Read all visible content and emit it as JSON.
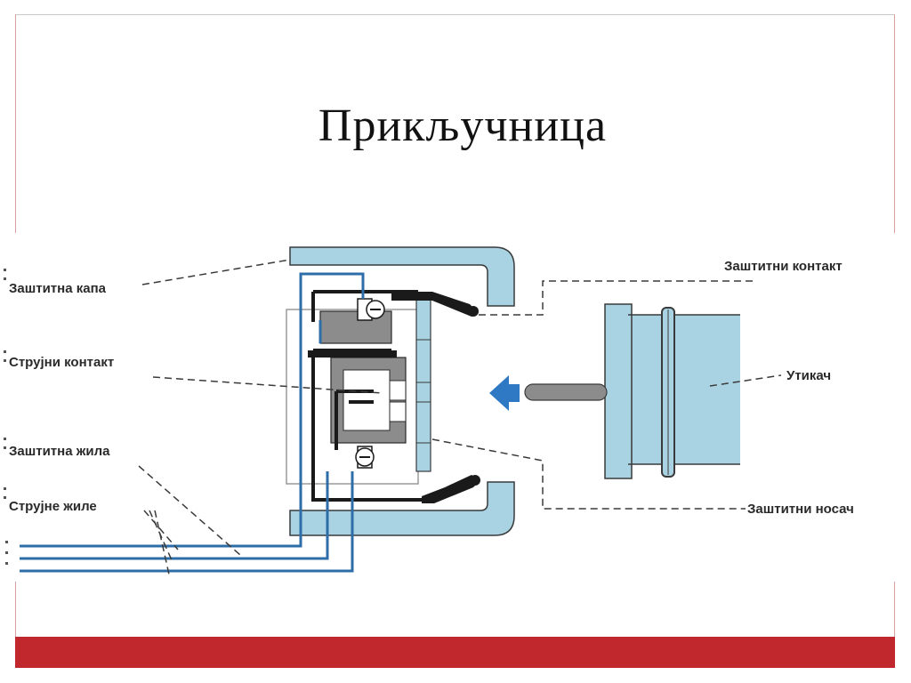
{
  "slide": {
    "title": "Прикључница"
  },
  "labels": {
    "protective_cap": "Заштитна капа",
    "current_contact": "Струјни контакт",
    "protective_wire": "Заштитна жила",
    "current_wires": "Струјне жиле",
    "protective_contact": "Заштитни контакт",
    "plug": "Утикач",
    "protective_holder": "Заштитни носач"
  },
  "colors": {
    "accent_bar": "#c0282d",
    "light_blue": "#a9d3e3",
    "wire_blue": "#2d6ea8",
    "arrow_blue": "#2f78c4",
    "outline": "#3a3a3a",
    "contact_gray": "#8c8c8c"
  }
}
